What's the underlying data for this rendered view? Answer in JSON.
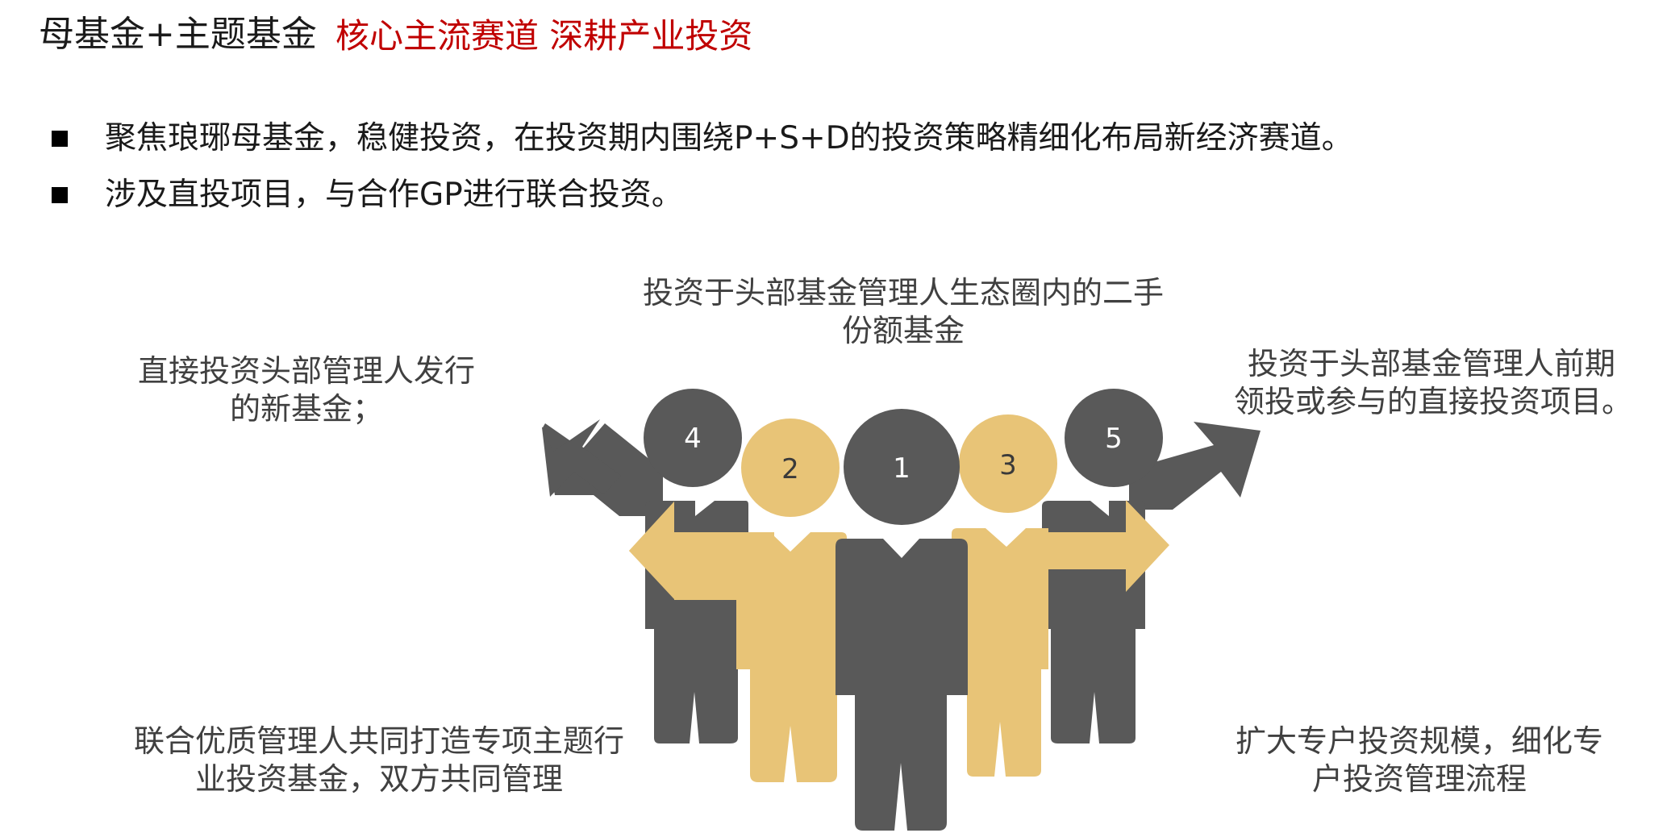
{
  "header": {
    "title": "母基金+主题基金",
    "subtitle": "核心主流赛道  深耕产业投资"
  },
  "bullets": [
    "聚焦琅琊母基金，稳健投资，在投资期内围绕P+S+D的投资策略精细化布局新经济赛道。",
    "涉及直投项目，与合作GP进行联合投资。"
  ],
  "figure": {
    "people": [
      {
        "number": "1",
        "color": "#595959"
      },
      {
        "number": "2",
        "color": "#e8c477"
      },
      {
        "number": "3",
        "color": "#e8c477"
      },
      {
        "number": "4",
        "color": "#595959"
      },
      {
        "number": "5",
        "color": "#595959"
      }
    ],
    "labels": {
      "top": [
        "投资于头部基金管理人生态圈内的二手",
        "份额基金"
      ],
      "upper_left": [
        "直接投资头部管理人发行",
        "的新基金；"
      ],
      "upper_right": [
        "投资于头部基金管理人前期",
        "领投或参与的直接投资项目。"
      ],
      "lower_left": [
        "联合优质管理人共同打造专项主题行",
        "业投资基金，双方共同管理"
      ],
      "lower_right": [
        "扩大专户投资规模，细化专",
        "户投资管理流程"
      ]
    }
  },
  "colors": {
    "dark_figure": "#595959",
    "gold_figure": "#e8c477",
    "accent_red": "#c00000"
  }
}
